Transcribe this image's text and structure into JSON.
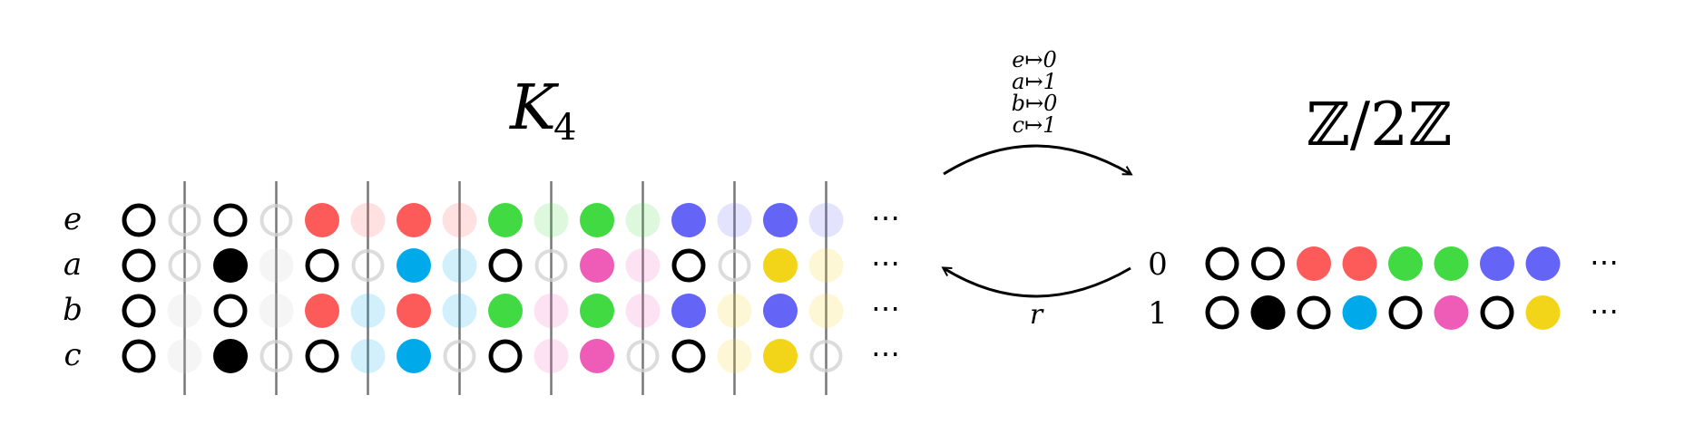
{
  "left": {
    "title_base": "K",
    "title_sub": "4",
    "row_labels": [
      "e",
      "a",
      "b",
      "c"
    ],
    "ellipsis": "⋯",
    "colors": {
      "black": "#000000",
      "grey": "#c8c8c8",
      "red": "#fd5a5a",
      "cyan": "#00aaea",
      "green": "#42da42",
      "magenta": "#ee5cb7",
      "blue": "#6464f6",
      "yellow": "#f2d519"
    },
    "rows": [
      [
        [
          "ring",
          1
        ],
        [
          "ring",
          0
        ],
        [
          "ring",
          1
        ],
        [
          "ring",
          0
        ],
        [
          "red",
          1
        ],
        [
          "red",
          0
        ],
        [
          "red",
          1
        ],
        [
          "red",
          0
        ],
        [
          "green",
          1
        ],
        [
          "green",
          0
        ],
        [
          "green",
          1
        ],
        [
          "green",
          0
        ],
        [
          "blue",
          1
        ],
        [
          "blue",
          0
        ],
        [
          "blue",
          1
        ],
        [
          "blue",
          0
        ]
      ],
      [
        [
          "ring",
          1
        ],
        [
          "ring",
          0
        ],
        [
          "black",
          1
        ],
        [
          "grey",
          0
        ],
        [
          "ring",
          1
        ],
        [
          "ring",
          0
        ],
        [
          "cyan",
          1
        ],
        [
          "cyan",
          0
        ],
        [
          "ring",
          1
        ],
        [
          "ring",
          0
        ],
        [
          "magenta",
          1
        ],
        [
          "magenta",
          0
        ],
        [
          "ring",
          1
        ],
        [
          "ring",
          0
        ],
        [
          "yellow",
          1
        ],
        [
          "yellow",
          0
        ]
      ],
      [
        [
          "ring",
          1
        ],
        [
          "grey",
          0
        ],
        [
          "ring",
          1
        ],
        [
          "grey",
          0
        ],
        [
          "red",
          1
        ],
        [
          "cyan",
          0
        ],
        [
          "red",
          1
        ],
        [
          "cyan",
          0
        ],
        [
          "green",
          1
        ],
        [
          "magenta",
          0
        ],
        [
          "green",
          1
        ],
        [
          "magenta",
          0
        ],
        [
          "blue",
          1
        ],
        [
          "yellow",
          0
        ],
        [
          "blue",
          1
        ],
        [
          "yellow",
          0
        ]
      ],
      [
        [
          "ring",
          1
        ],
        [
          "grey",
          0
        ],
        [
          "black",
          1
        ],
        [
          "ring",
          0
        ],
        [
          "ring",
          1
        ],
        [
          "cyan",
          0
        ],
        [
          "cyan",
          1
        ],
        [
          "ring",
          0
        ],
        [
          "ring",
          1
        ],
        [
          "magenta",
          0
        ],
        [
          "magenta",
          1
        ],
        [
          "ring",
          0
        ],
        [
          "ring",
          1
        ],
        [
          "yellow",
          0
        ],
        [
          "yellow",
          1
        ],
        [
          "ring",
          0
        ]
      ]
    ]
  },
  "right": {
    "title": "ℤ/2ℤ",
    "row_labels": [
      "0",
      "1"
    ],
    "ellipsis": "⋯",
    "rows": [
      [
        "ring",
        "ring",
        "red",
        "red",
        "green",
        "green",
        "blue",
        "blue"
      ],
      [
        "ring",
        "black",
        "ring",
        "cyan",
        "ring",
        "magenta",
        "ring",
        "yellow"
      ]
    ]
  },
  "maps": {
    "forward_labels": [
      "e↦0",
      "a↦1",
      "b↦0",
      "c↦1"
    ],
    "backward_label": "r"
  }
}
